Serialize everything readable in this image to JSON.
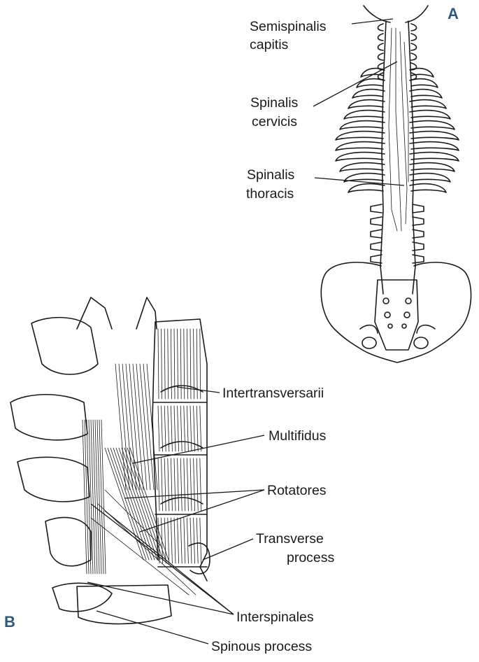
{
  "panels": {
    "a": "A",
    "b": "B"
  },
  "labels": {
    "semispinalis_capitis": [
      "Semispinalis",
      "capitis"
    ],
    "spinalis_cervicis": [
      "Spinalis",
      "cervicis"
    ],
    "spinalis_thoracis": [
      "Spinalis",
      "thoracis"
    ],
    "intertransversarii": "Intertransversarii",
    "multifidus": "Multifidus",
    "rotatores": "Rotatores",
    "transverse_process": [
      "Transverse",
      "process"
    ],
    "interspinales": "Interspinales",
    "spinous_process": "Spinous process"
  }
}
